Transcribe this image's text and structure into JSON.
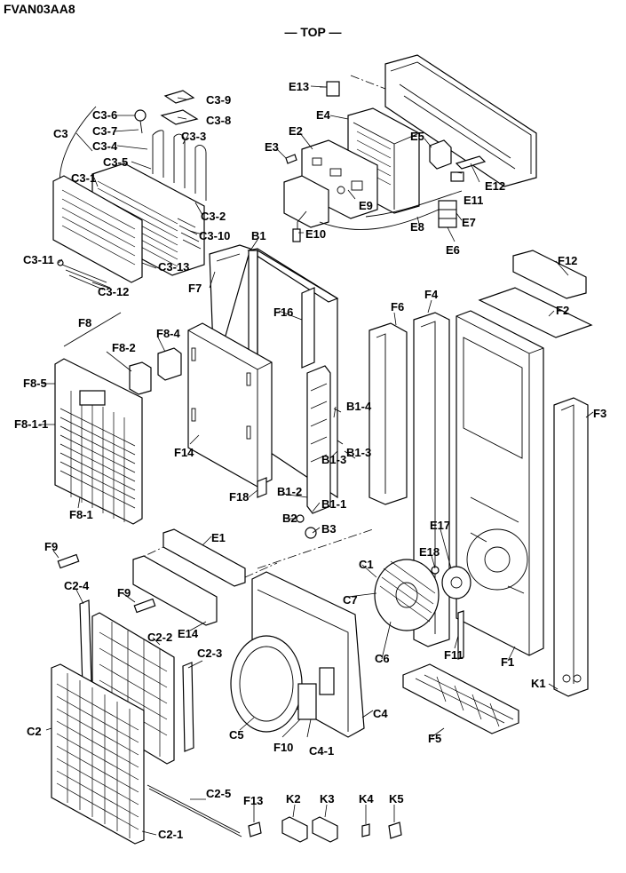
{
  "model_code": "FVAN03AA8",
  "orientation": "— TOP —",
  "parts": {
    "E13": "E13",
    "E4": "E4",
    "E2": "E2",
    "E3": "E3",
    "E5": "E5",
    "E11": "E11",
    "E12": "E12",
    "E7": "E7",
    "E9": "E9",
    "E8": "E8",
    "E10": "E10",
    "E6": "E6",
    "C3": "C3",
    "C3_6": "C3-6",
    "C3_7": "C3-7",
    "C3_4": "C3-4",
    "C3_5": "C3-5",
    "C3_1": "C3-1",
    "C3_9": "C3-9",
    "C3_8": "C3-8",
    "C3_3": "C3-3",
    "C3_2": "C3-2",
    "C3_10": "C3-10",
    "C3_11": "C3-11",
    "C3_13": "C3-13",
    "C3_12": "C3-12",
    "B1": "B1",
    "F7": "F7",
    "F16": "F16",
    "F6": "F6",
    "F4": "F4",
    "F12": "F12",
    "F2": "F2",
    "F3": "F3",
    "F8": "F8",
    "F8_2": "F8-2",
    "F8_4": "F8-4",
    "F8_5": "F8-5",
    "F8_1_1": "F8-1-1",
    "F8_1": "F8-1",
    "F14": "F14",
    "B1_4": "B1-4",
    "B1_3a": "B1-3",
    "B1_3b": "B1-3",
    "F18": "F18",
    "B1_2": "B1-2",
    "B1_1": "B1-1",
    "B2": "B2",
    "B3": "B3",
    "E1": "E1",
    "E17": "E17",
    "E18": "E18",
    "C1": "C1",
    "C7": "C7",
    "C6": "C6",
    "F11": "F11",
    "F1": "F1",
    "K1": "K1",
    "F9a": "F9",
    "F9b": "F9",
    "C2_4": "C2-4",
    "C2_2": "C2-2",
    "E14": "E14",
    "C2_3": "C2-3",
    "C2": "C2",
    "C5": "C5",
    "F10": "F10",
    "C4_1": "C4-1",
    "C4": "C4",
    "F5": "F5",
    "C2_5": "C2-5",
    "C2_1": "C2-1",
    "F13": "F13",
    "K2": "K2",
    "K3": "K3",
    "K4": "K4",
    "K5": "K5"
  }
}
